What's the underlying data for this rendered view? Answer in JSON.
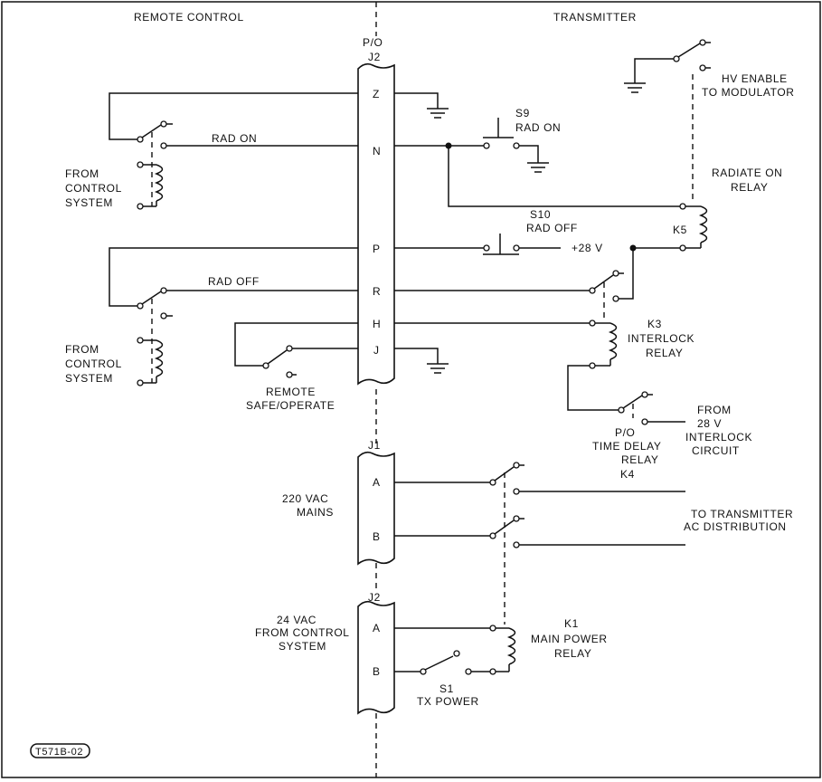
{
  "headers": {
    "left": "REMOTE CONTROL",
    "right": "TRANSMITTER"
  },
  "connectors": {
    "j2_top": {
      "po": "P/O",
      "name": "J2",
      "pins": [
        "Z",
        "N",
        "P",
        "R",
        "H",
        "J"
      ]
    },
    "j1": {
      "name": "J1",
      "pins": [
        "A",
        "B"
      ]
    },
    "j2_bottom": {
      "name": "J2",
      "pins": [
        "A",
        "B"
      ]
    }
  },
  "signals": {
    "rad_on": "RAD ON",
    "rad_off": "RAD OFF",
    "plus28v": "+28 V"
  },
  "from_control_1": [
    "FROM",
    "CONTROL",
    "SYSTEM"
  ],
  "from_control_2": [
    "FROM",
    "CONTROL",
    "SYSTEM"
  ],
  "remote_switch": [
    "REMOTE",
    "SAFE/OPERATE"
  ],
  "s9": [
    "S9",
    "RAD ON"
  ],
  "s10": [
    "S10",
    "RAD OFF"
  ],
  "hv_enable": [
    "HV ENABLE",
    "TO MODULATOR"
  ],
  "k5": {
    "desc": [
      "RADIATE ON",
      "RELAY"
    ],
    "name": "K5"
  },
  "k3": [
    "K3",
    "INTERLOCK",
    "RELAY"
  ],
  "time_delay": [
    "P/O",
    "TIME DELAY",
    "RELAY"
  ],
  "interlock_src": [
    "FROM",
    "28 V",
    "INTERLOCK",
    "CIRCUIT"
  ],
  "k4": "K4",
  "mains": [
    "220 VAC",
    "MAINS"
  ],
  "ac_dist": [
    "TO TRANSMITTER",
    "AC DISTRIBUTION"
  ],
  "vac24": [
    "24 VAC",
    "FROM CONTROL",
    "SYSTEM"
  ],
  "k1": [
    "K1",
    "MAIN POWER",
    "RELAY"
  ],
  "s1": [
    "S1",
    "TX POWER"
  ],
  "figure_id": "T571B-02"
}
